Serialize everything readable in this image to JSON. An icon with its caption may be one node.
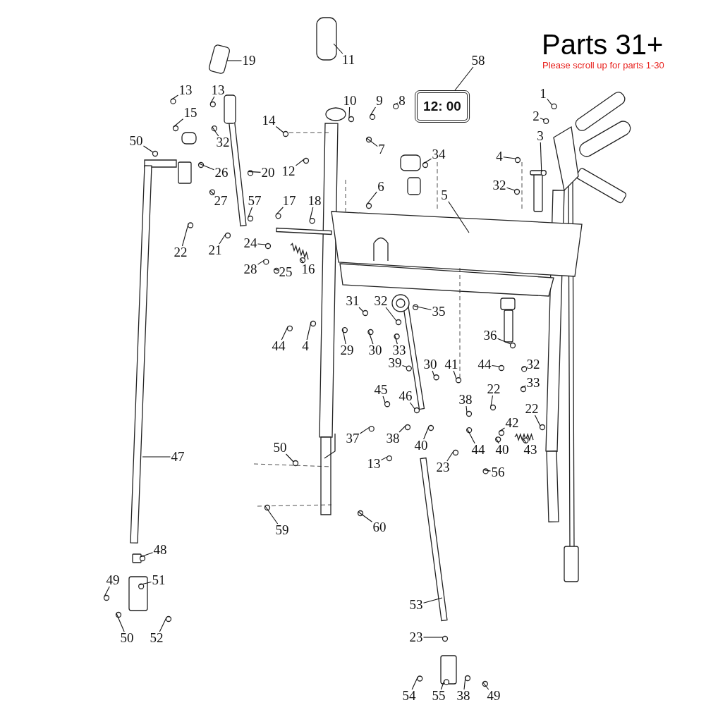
{
  "diagram": {
    "title": "Parts 31+",
    "nodes": [
      {
        "text": [
          "1"
        ]
      },
      {
        "text": [
          "2"
        ]
      },
      {
        "text": [
          "3"
        ]
      },
      {
        "text": [
          "4"
        ]
      },
      {
        "text": [
          "32"
        ]
      },
      {
        "text": [
          "5"
        ]
      },
      {
        "text": [
          "58"
        ]
      },
      {
        "text": [
          "8"
        ]
      },
      {
        "text": [
          "9"
        ]
      },
      {
        "text": [
          "10"
        ]
      },
      {
        "text": [
          "7"
        ]
      },
      {
        "text": [
          "34"
        ]
      },
      {
        "text": [
          "14"
        ]
      },
      {
        "text": [
          "12"
        ]
      },
      {
        "text": [
          "11"
        ]
      },
      {
        "text": [
          "19"
        ]
      },
      {
        "text": [
          "13"
        ]
      },
      {
        "text": [
          "13"
        ]
      },
      {
        "text": [
          "15"
        ]
      },
      {
        "text": [
          "32"
        ]
      },
      {
        "text": [
          "50"
        ]
      },
      {
        "text": [
          "26"
        ]
      },
      {
        "text": [
          "20"
        ]
      },
      {
        "text": [
          "27"
        ]
      },
      {
        "text": [
          "57"
        ]
      },
      {
        "text": [
          "17"
        ]
      },
      {
        "text": [
          "18"
        ]
      },
      {
        "text": [
          "22"
        ]
      },
      {
        "text": [
          "21"
        ]
      },
      {
        "text": [
          "24"
        ]
      },
      {
        "text": [
          "28"
        ]
      },
      {
        "text": [
          "25"
        ]
      },
      {
        "text": [
          "16"
        ]
      },
      {
        "text": [
          "6"
        ]
      },
      {
        "text": [
          "35"
        ]
      },
      {
        "text": [
          "31"
        ]
      },
      {
        "text": [
          "32"
        ]
      },
      {
        "text": [
          "44"
        ]
      },
      {
        "text": [
          "4"
        ]
      },
      {
        "text": [
          "29"
        ]
      },
      {
        "text": [
          "30"
        ]
      },
      {
        "text": [
          "33"
        ]
      },
      {
        "text": [
          "36"
        ]
      },
      {
        "text": [
          "39"
        ]
      },
      {
        "text": [
          "30"
        ]
      },
      {
        "text": [
          "41"
        ]
      },
      {
        "text": [
          "44"
        ]
      },
      {
        "text": [
          "32"
        ]
      },
      {
        "text": [
          "33"
        ]
      },
      {
        "text": [
          "45"
        ]
      },
      {
        "text": [
          "46"
        ]
      },
      {
        "text": [
          "38"
        ]
      },
      {
        "text": [
          "22"
        ]
      },
      {
        "text": [
          "42"
        ]
      },
      {
        "text": [
          "22"
        ]
      },
      {
        "text": [
          "37"
        ]
      },
      {
        "text": [
          "38"
        ]
      },
      {
        "text": [
          "40"
        ]
      },
      {
        "text": [
          "44"
        ]
      },
      {
        "text": [
          "40"
        ]
      },
      {
        "text": [
          "43"
        ]
      },
      {
        "text": [
          "13"
        ]
      },
      {
        "text": [
          "23"
        ]
      },
      {
        "text": [
          "56"
        ]
      },
      {
        "text": [
          "50"
        ]
      },
      {
        "text": [
          "59"
        ]
      },
      {
        "text": [
          "60"
        ]
      },
      {
        "text": [
          "47"
        ]
      },
      {
        "text": [
          "48"
        ]
      },
      {
        "text": [
          "51"
        ]
      },
      {
        "text": [
          "49"
        ]
      },
      {
        "text": [
          "50"
        ]
      },
      {
        "text": [
          "52"
        ]
      },
      {
        "text": [
          "53"
        ]
      },
      {
        "text": [
          "23"
        ]
      },
      {
        "text": [
          "54"
        ]
      },
      {
        "text": [
          "55"
        ]
      },
      {
        "text": [
          "38"
        ]
      },
      {
        "text": [
          "49"
        ]
      },
      {
        "text": [
          "12: 00"
        ]
      }
    ],
    "edges": [
      {
        "from": 0,
        "to": null,
        "arrow": "none"
      },
      {
        "from": 1,
        "to": null,
        "arrow": "none"
      },
      {
        "from": 2,
        "to": null,
        "arrow": "none"
      },
      {
        "from": 3,
        "to": null,
        "arrow": "none"
      },
      {
        "from": 4,
        "to": null,
        "arrow": "none"
      },
      {
        "from": 5,
        "to": null,
        "arrow": "none"
      },
      {
        "from": 6,
        "to": 79,
        "arrow": "none"
      },
      {
        "from": 7,
        "to": null,
        "arrow": "none"
      },
      {
        "from": 8,
        "to": null,
        "arrow": "none"
      },
      {
        "from": 9,
        "to": null,
        "arrow": "none"
      },
      {
        "from": 10,
        "to": null,
        "arrow": "none"
      },
      {
        "from": 11,
        "to": null,
        "arrow": "none"
      },
      {
        "from": 12,
        "to": null,
        "arrow": "none"
      },
      {
        "from": 13,
        "to": null,
        "arrow": "none"
      },
      {
        "from": 14,
        "to": null,
        "arrow": "none"
      },
      {
        "from": 15,
        "to": null,
        "arrow": "none"
      },
      {
        "from": 16,
        "to": null,
        "arrow": "none"
      },
      {
        "from": 17,
        "to": null,
        "arrow": "none"
      },
      {
        "from": 18,
        "to": null,
        "arrow": "none"
      },
      {
        "from": 19,
        "to": null,
        "arrow": "none"
      },
      {
        "from": 20,
        "to": null,
        "arrow": "none"
      },
      {
        "from": 21,
        "to": null,
        "arrow": "none"
      },
      {
        "from": 22,
        "to": null,
        "arrow": "none"
      },
      {
        "from": 23,
        "to": null,
        "arrow": "none"
      },
      {
        "from": 24,
        "to": null,
        "arrow": "none"
      },
      {
        "from": 25,
        "to": null,
        "arrow": "none"
      },
      {
        "from": 26,
        "to": null,
        "arrow": "none"
      },
      {
        "from": 27,
        "to": null,
        "arrow": "none"
      },
      {
        "from": 28,
        "to": null,
        "arrow": "none"
      },
      {
        "from": 29,
        "to": null,
        "arrow": "none"
      },
      {
        "from": 30,
        "to": null,
        "arrow": "none"
      },
      {
        "from": 31,
        "to": null,
        "arrow": "none"
      },
      {
        "from": 32,
        "to": null,
        "arrow": "none"
      },
      {
        "from": 33,
        "to": null,
        "arrow": "none"
      },
      {
        "from": 34,
        "to": null,
        "arrow": "none"
      },
      {
        "from": 35,
        "to": null,
        "arrow": "none"
      },
      {
        "from": 36,
        "to": null,
        "arrow": "none"
      },
      {
        "from": 37,
        "to": null,
        "arrow": "none"
      },
      {
        "from": 38,
        "to": null,
        "arrow": "none"
      },
      {
        "from": 39,
        "to": null,
        "arrow": "none"
      },
      {
        "from": 40,
        "to": null,
        "arrow": "none"
      },
      {
        "from": 41,
        "to": null,
        "arrow": "none"
      },
      {
        "from": 42,
        "to": null,
        "arrow": "none"
      },
      {
        "from": 43,
        "to": null,
        "arrow": "none"
      },
      {
        "from": 44,
        "to": null,
        "arrow": "none"
      },
      {
        "from": 45,
        "to": null,
        "arrow": "none"
      },
      {
        "from": 46,
        "to": null,
        "arrow": "none"
      },
      {
        "from": 47,
        "to": null,
        "arrow": "none"
      },
      {
        "from": 48,
        "to": null,
        "arrow": "none"
      },
      {
        "from": 49,
        "to": null,
        "arrow": "none"
      },
      {
        "from": 50,
        "to": null,
        "arrow": "none"
      },
      {
        "from": 51,
        "to": null,
        "arrow": "none"
      },
      {
        "from": 52,
        "to": null,
        "arrow": "none"
      },
      {
        "from": 53,
        "to": null,
        "arrow": "none"
      },
      {
        "from": 54,
        "to": null,
        "arrow": "none"
      },
      {
        "from": 55,
        "to": null,
        "arrow": "none"
      },
      {
        "from": 56,
        "to": null,
        "arrow": "none"
      },
      {
        "from": 57,
        "to": null,
        "arrow": "none"
      },
      {
        "from": 58,
        "to": null,
        "arrow": "none"
      },
      {
        "from": 59,
        "to": null,
        "arrow": "none"
      },
      {
        "from": 60,
        "to": null,
        "arrow": "none"
      },
      {
        "from": 61,
        "to": null,
        "arrow": "none"
      },
      {
        "from": 62,
        "to": null,
        "arrow": "none"
      },
      {
        "from": 63,
        "to": null,
        "arrow": "none"
      },
      {
        "from": 64,
        "to": null,
        "arrow": "none"
      },
      {
        "from": 65,
        "to": null,
        "arrow": "none"
      },
      {
        "from": 66,
        "to": null,
        "arrow": "none"
      },
      {
        "from": 67,
        "to": null,
        "arrow": "none"
      },
      {
        "from": 68,
        "to": null,
        "arrow": "none"
      },
      {
        "from": 69,
        "to": null,
        "arrow": "none"
      },
      {
        "from": 70,
        "to": null,
        "arrow": "none"
      },
      {
        "from": 71,
        "to": null,
        "arrow": "none"
      },
      {
        "from": 72,
        "to": null,
        "arrow": "none"
      },
      {
        "from": 73,
        "to": null,
        "arrow": "none"
      },
      {
        "from": 74,
        "to": null,
        "arrow": "none"
      },
      {
        "from": 75,
        "to": null,
        "arrow": "none"
      },
      {
        "from": 76,
        "to": null,
        "arrow": "none"
      },
      {
        "from": 77,
        "to": null,
        "arrow": "none"
      },
      {
        "from": 78,
        "to": null,
        "arrow": "none"
      }
    ],
    "labels": [
      "Please scroll up for parts 1-30"
    ]
  }
}
